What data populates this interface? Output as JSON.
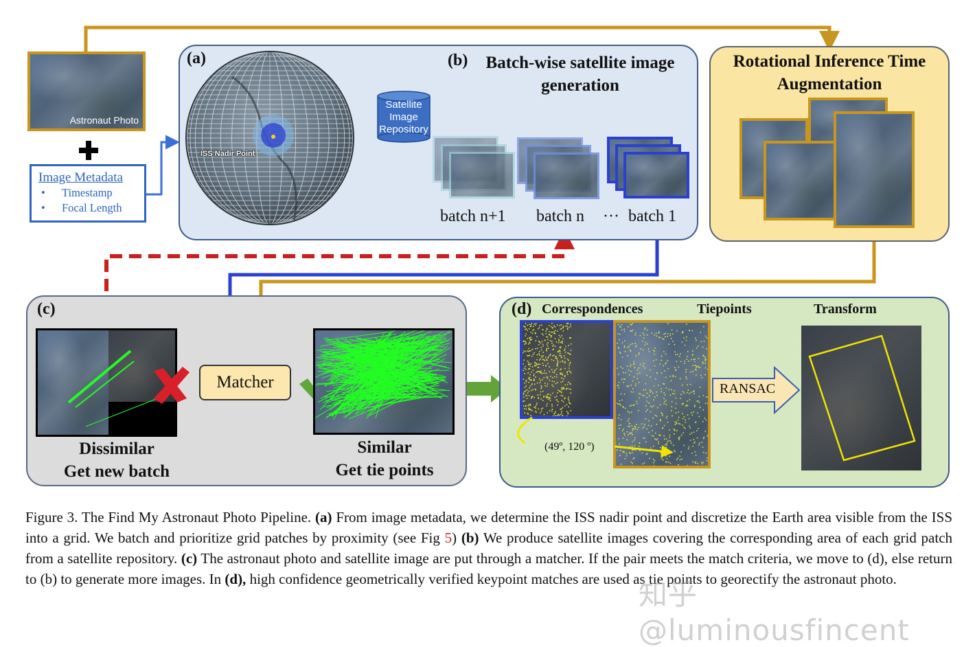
{
  "figure": {
    "astronaut_photo_label": "Astronaut Photo",
    "metadata": {
      "title": "Image Metadata",
      "items": [
        "Timestamp",
        "Focal Length"
      ],
      "bullet": "•"
    },
    "panel_a": {
      "label": "(a)",
      "iss_label": "ISS Nadir Point",
      "repository": [
        "Satellite",
        "Image",
        "Repository"
      ]
    },
    "panel_b": {
      "label": "(b)",
      "title_line1": "Batch-wise satellite image",
      "title_line2": "generation",
      "batch_labels": [
        "batch n+1",
        "batch n",
        "···",
        "batch 1"
      ]
    },
    "rotational": {
      "title_line1": "Rotational Inference Time",
      "title_line2": "Augmentation"
    },
    "panel_c": {
      "label": "(c)",
      "matcher": "Matcher",
      "dissimilar_line1": "Dissimilar",
      "dissimilar_line2": "Get new batch",
      "similar_line1": "Similar",
      "similar_line2": "Get tie points"
    },
    "panel_d": {
      "label": "(d)",
      "steps": [
        "Correspondences",
        "Tiepoints",
        "Transform"
      ],
      "ransac": "RANSAC",
      "coords": "(49º, 120 º)"
    },
    "caption": {
      "intro": "Figure 3. The Find My Astronaut Photo Pipeline.",
      "a_label": "(a)",
      "a_text": "From image metadata, we determine the ISS nadir point and discretize the Earth area visible from the ISS into a grid. We batch and prioritize grid patches by proximity (see Fig",
      "fig_ref": "5",
      "b_pre": ")",
      "b_label": "(b)",
      "b_text": "We produce satellite images covering the corresponding area of each grid patch from a satellite repository.",
      "c_label": "(c)",
      "c_text": "The astronaut photo and satellite image are put through a matcher. If the pair meets the match criteria, we move to (d), else return to (b) to generate more images. In",
      "d_label": "(d),",
      "d_text": "high confidence geometrically verified keypoint matches are used as tie points to georectify the astronaut photo."
    },
    "watermark": "知乎 @luminousfincent",
    "colors": {
      "gold": "#c8961e",
      "blue": "#2b3fd0",
      "red_dashed": "#c8201c",
      "green_arrow": "#62a43a",
      "match_lines": "#22ff22"
    }
  }
}
